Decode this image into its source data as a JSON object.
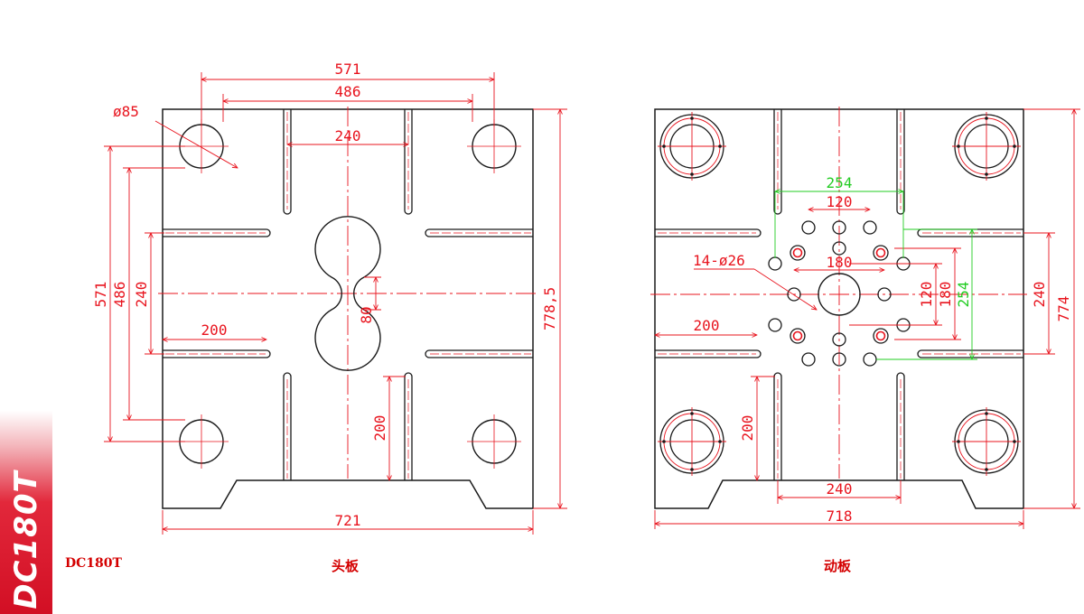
{
  "model": "DC180T",
  "side_tab_text": "DC180T",
  "colors": {
    "outline": "#1a1a1a",
    "dimension": "#e8141e",
    "highlight_dimension": "#22cc22",
    "tab_red": "#d20f24"
  },
  "head_plate": {
    "caption": "头板",
    "dims": {
      "tie_bar_hole": "ø85",
      "top_outer": "571",
      "top_inner": "486",
      "slot_spacing": "240",
      "left_outer": "571",
      "left_inner": "486",
      "left_slot": "240",
      "slot_length": "200",
      "center_height": "80",
      "lower_slot": "200",
      "overall_height": "778,5",
      "overall_width": "721"
    }
  },
  "moving_plate": {
    "caption": "动板",
    "dims": {
      "green_width": "254",
      "holes_120": "120",
      "hole_callout": "14-ø26",
      "holes_180": "180",
      "slot_length": "200",
      "vert_120": "120",
      "vert_180": "180",
      "green_height": "254",
      "right_240": "240",
      "overall_height": "774",
      "lower_slot": "200",
      "bottom_240": "240",
      "overall_width": "718"
    }
  }
}
